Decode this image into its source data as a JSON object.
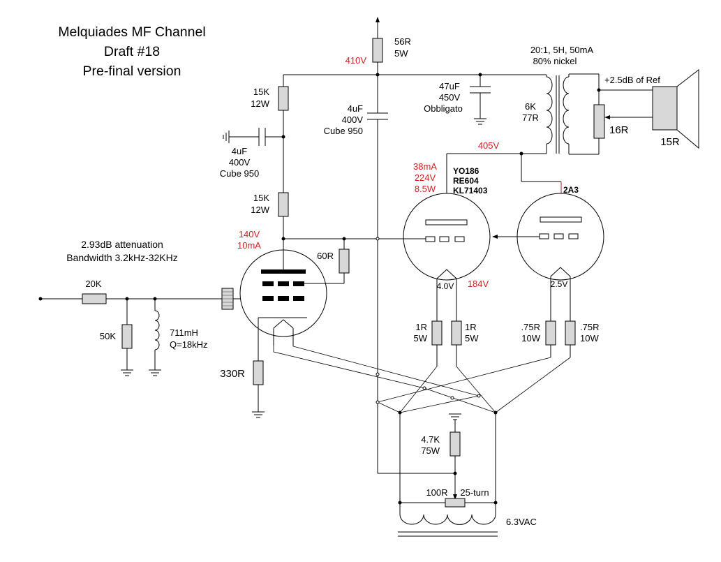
{
  "title": {
    "line1": "Melquiades MF Channel",
    "line2": "Draft #18",
    "line3": "Pre-final version"
  },
  "filter": {
    "note1": "2.93dB attenuation",
    "note2": "Bandwidth 3.2kHz-32KHz",
    "r_series": "20K",
    "r_shunt": "50K",
    "inductor1": "711mH",
    "inductor2": "Q=18kHz"
  },
  "driver": {
    "voltage": "140V",
    "current": "10mA",
    "grid_res": "60R",
    "cathode_res": "330R"
  },
  "supply": {
    "b_plus": "410V",
    "drop_res1": "56R",
    "drop_res2": "5W",
    "bypass_cap1": "4uF",
    "bypass_cap2": "400V",
    "bypass_cap3": "Cube 950",
    "top_res1": "15K",
    "top_res2": "12W",
    "node_cap1": "4uF",
    "node_cap2": "400V",
    "node_cap3": "Cube 950",
    "bot_res1": "15K",
    "bot_res2": "12W"
  },
  "output_cap": {
    "c1": "47uF",
    "c2": "450V",
    "c3": "Obbligato"
  },
  "transformer": {
    "spec1": "20:1, 5H, 50mA",
    "spec2": "80% nickel",
    "primary1": "6K",
    "primary2": "77R",
    "plate_voltage": "405V",
    "gain": "+2.5dB of Ref",
    "pot": "16R",
    "speaker": "15R"
  },
  "output_tube": {
    "type1": "YO186",
    "type2": "RE604",
    "type3": "KL71403",
    "ma": "38mA",
    "v": "224V",
    "w": "8.5W",
    "fil_v": "4.0V",
    "cathode_v": "184V",
    "fr1a": "1R",
    "fr1b": "5W",
    "fr2a": "1R",
    "fr2b": "5W"
  },
  "helper_tube": {
    "type": "2A3",
    "fil_v": "2.5V",
    "fr1a": ".75R",
    "fr1b": "10W",
    "fr2a": ".75R",
    "fr2b": "10W"
  },
  "heater": {
    "r1": "4.7K",
    "r2": "75W",
    "pot": "100R",
    "pot_turns": "25-turn",
    "vac": "6.3VAC"
  }
}
